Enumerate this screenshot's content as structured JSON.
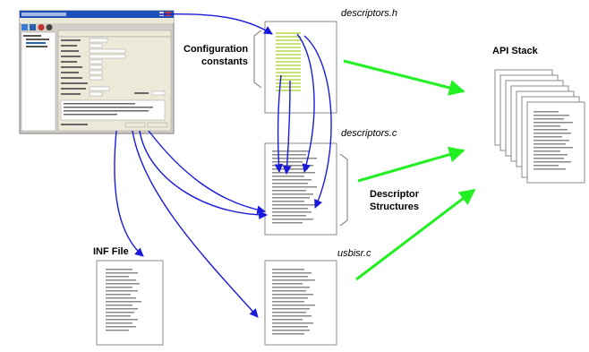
{
  "labels": {
    "config_constants_line1": "Configuration",
    "config_constants_line2": "constants",
    "descriptors_h": "descriptors.h",
    "descriptors_c": "descriptors.c",
    "descriptor_structures_line1": "Descriptor",
    "descriptor_structures_line2": "Structures",
    "inf_file": "INF File",
    "usbisr_c": "usbisr.c",
    "api_stack": "API Stack"
  },
  "config_tool": {
    "icon": "usb-configuration-tool-window-thumbnail"
  },
  "colors": {
    "background": "#ffffff",
    "page_shadow": "#f0f0f0",
    "blue_arrow": "#1a1adc",
    "green_arrow": "#22f022",
    "highlight_lines": "#c8e07a",
    "text_lines": "#8a8a8a",
    "window_titlebar": "#1c4fb8"
  }
}
